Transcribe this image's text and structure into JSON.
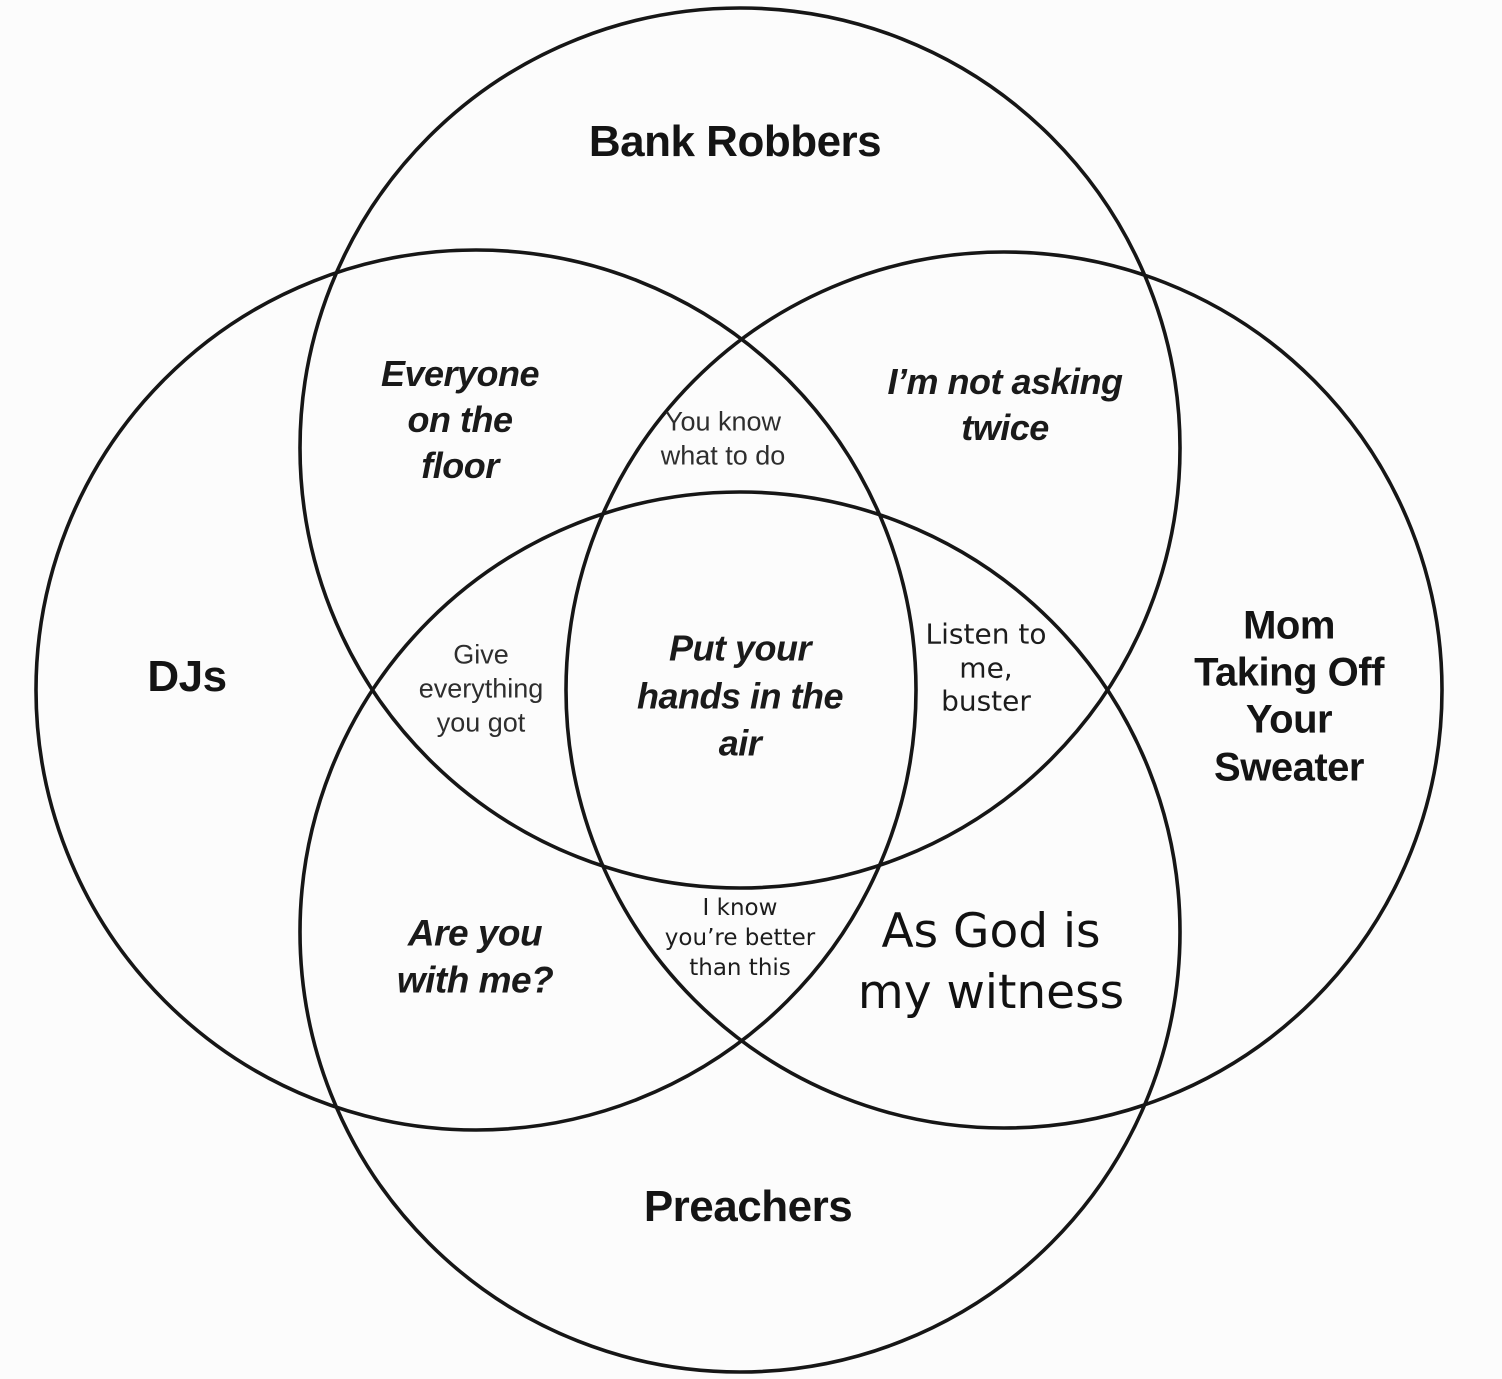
{
  "diagram_type": "venn",
  "colors": {
    "background": "#fcfcfc",
    "line": "#161616",
    "text": "#141414"
  },
  "sets": {
    "bank_robbers": {
      "label": "Bank Robbers"
    },
    "djs": {
      "label": "DJs"
    },
    "mom": {
      "label": "Mom\nTaking Off\nYour\nSweater"
    },
    "preachers": {
      "label": "Preachers"
    }
  },
  "overlaps": {
    "djs_bank": {
      "label": "Everyone\non the\nfloor",
      "sets": [
        "djs",
        "bank_robbers"
      ]
    },
    "bank_mom": {
      "label": "I’m not asking\ntwice",
      "sets": [
        "bank_robbers",
        "mom"
      ]
    },
    "djs_bank_mom": {
      "label": "You know\nwhat to do",
      "sets": [
        "djs",
        "bank_robbers",
        "mom"
      ]
    },
    "djs_bank_preachers": {
      "label": "Give\neverything\nyou got",
      "sets": [
        "djs",
        "bank_robbers",
        "preachers"
      ]
    },
    "all_four": {
      "label": "Put your\nhands in the\nair",
      "sets": [
        "djs",
        "bank_robbers",
        "mom",
        "preachers"
      ]
    },
    "bank_mom_preachers": {
      "label": "Listen to\nme,\nbuster",
      "sets": [
        "bank_robbers",
        "mom",
        "preachers"
      ]
    },
    "djs_preachers": {
      "label": "Are you\nwith me?",
      "sets": [
        "djs",
        "preachers"
      ]
    },
    "djs_mom_preachers": {
      "label": "I know\nyou’re better\nthan this",
      "sets": [
        "djs",
        "mom",
        "preachers"
      ]
    },
    "mom_preachers": {
      "label": "As God is\nmy witness",
      "sets": [
        "mom",
        "preachers"
      ]
    }
  }
}
